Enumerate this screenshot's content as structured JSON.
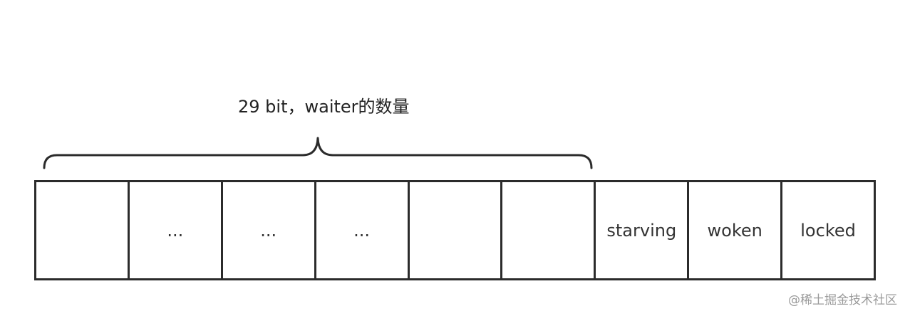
{
  "annotation": {
    "label": "29 bit，waiter的数量"
  },
  "cells": [
    {
      "label": ""
    },
    {
      "label": "..."
    },
    {
      "label": "..."
    },
    {
      "label": "..."
    },
    {
      "label": ""
    },
    {
      "label": ""
    },
    {
      "label": "starving"
    },
    {
      "label": "woken"
    },
    {
      "label": "locked"
    }
  ],
  "watermark": {
    "text": "@稀土掘金技术社区"
  },
  "colors": {
    "stroke": "#2b2b2b",
    "text": "#333333",
    "watermark": "#9a9a9a"
  }
}
